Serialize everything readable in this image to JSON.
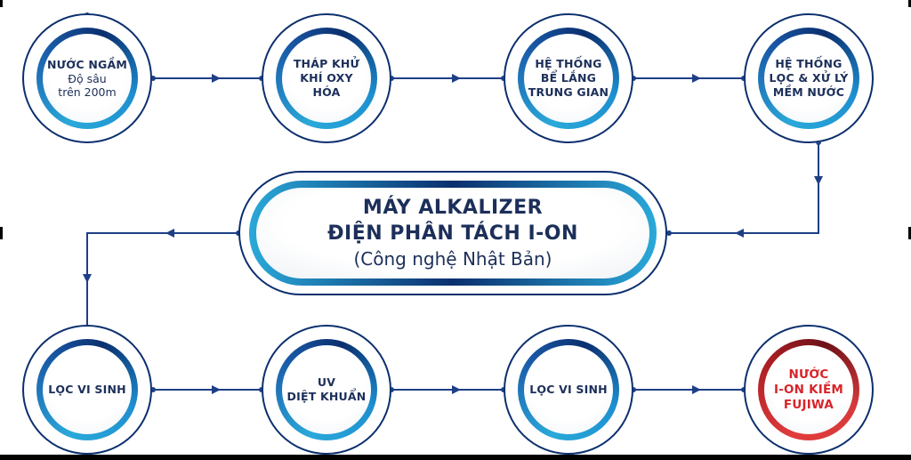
{
  "nodes": {
    "n1": {
      "title": "NƯỚC NGẦM",
      "sub1": "Độ sâu",
      "sub2": "trên 200m"
    },
    "n2": {
      "l1": "THÁP KHỬ",
      "l2": "KHÍ OXY",
      "l3": "HÓA"
    },
    "n3": {
      "l1": "HỆ THỐNG",
      "l2": "BỂ LẮNG",
      "l3": "TRUNG GIAN"
    },
    "n4": {
      "l1": "HỆ THỐNG",
      "l2": "LỌC & XỬ LÝ",
      "l3": "MỀM NƯỚC"
    },
    "n5": {
      "l1": "LỌC VI SINH"
    },
    "n6": {
      "l1": "UV",
      "l2": "DIỆT KHUẨN"
    },
    "n7": {
      "l1": "LỌC VI SINH"
    },
    "n8": {
      "l1": "NƯỚC",
      "l2": "I-ON KIỀM",
      "l3": "FUJIWA"
    }
  },
  "center": {
    "line1": "MÁY ALKALIZER",
    "line2": "ĐIỆN PHÂN TÁCH I-ON",
    "line3": "(Công nghệ Nhật Bản)"
  },
  "colors": {
    "navy": "#0b2f6e",
    "cyan": "#2aa9d9",
    "text": "#1c2f5a",
    "highlight_red": "#d8242a"
  }
}
